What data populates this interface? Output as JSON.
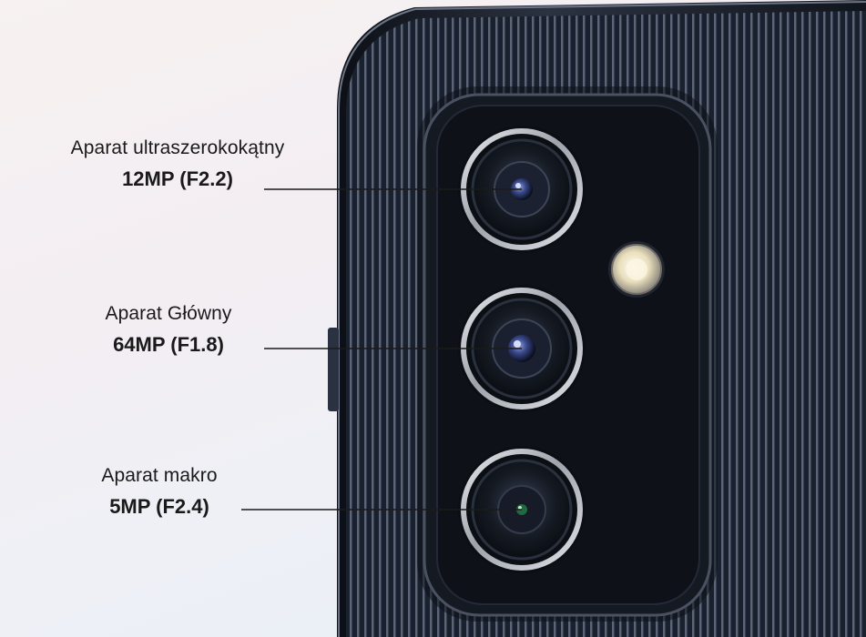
{
  "cameras": [
    {
      "name": "Aparat ultraszerokokątny",
      "spec": "12MP (F2.2)",
      "lens_icon": "ultrawide-lens-icon"
    },
    {
      "name": "Aparat Główny",
      "spec": "64MP (F1.8)",
      "lens_icon": "main-lens-icon"
    },
    {
      "name": "Aparat makro",
      "spec": "5MP (F2.4)",
      "lens_icon": "macro-lens-icon"
    }
  ],
  "colors": {
    "phone_body": "#1b2230",
    "camera_island": "#10141b",
    "lens_ring": "#c9ccd2",
    "label_text": "#1a1a1a",
    "flash": "#f2ead2"
  }
}
